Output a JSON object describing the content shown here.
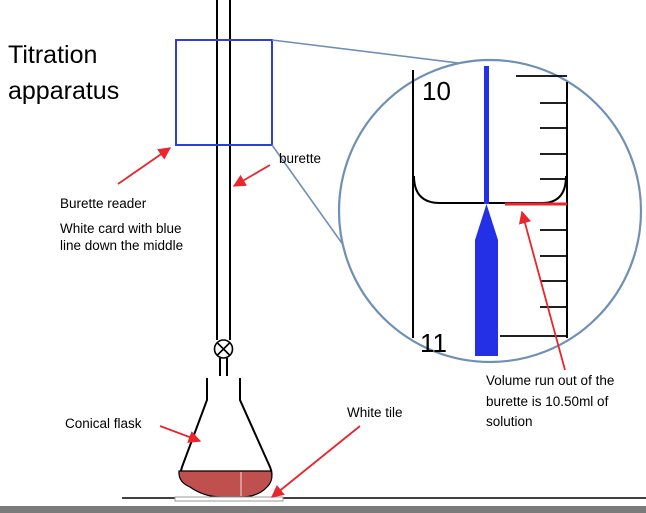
{
  "title_line1": "Titration",
  "title_line2": "apparatus",
  "labels": {
    "burette_reader": "Burette reader",
    "white_card_line1": "White card with blue",
    "white_card_line2": "line down the middle",
    "burette": "burette",
    "conical_flask": "Conical flask",
    "white_tile": "White tile",
    "volume_line1": "Volume run out of the",
    "volume_line2": "burette is 10.50ml of",
    "volume_line3": "solution"
  },
  "scale": {
    "upper": "10",
    "lower": "11"
  },
  "colors": {
    "blue_line": "#2430e6",
    "arrow_red": "#e8262b",
    "liquid": "#c0504d",
    "zoom_outline": "#6f8fb5",
    "card_outline": "#2e3fd9"
  }
}
